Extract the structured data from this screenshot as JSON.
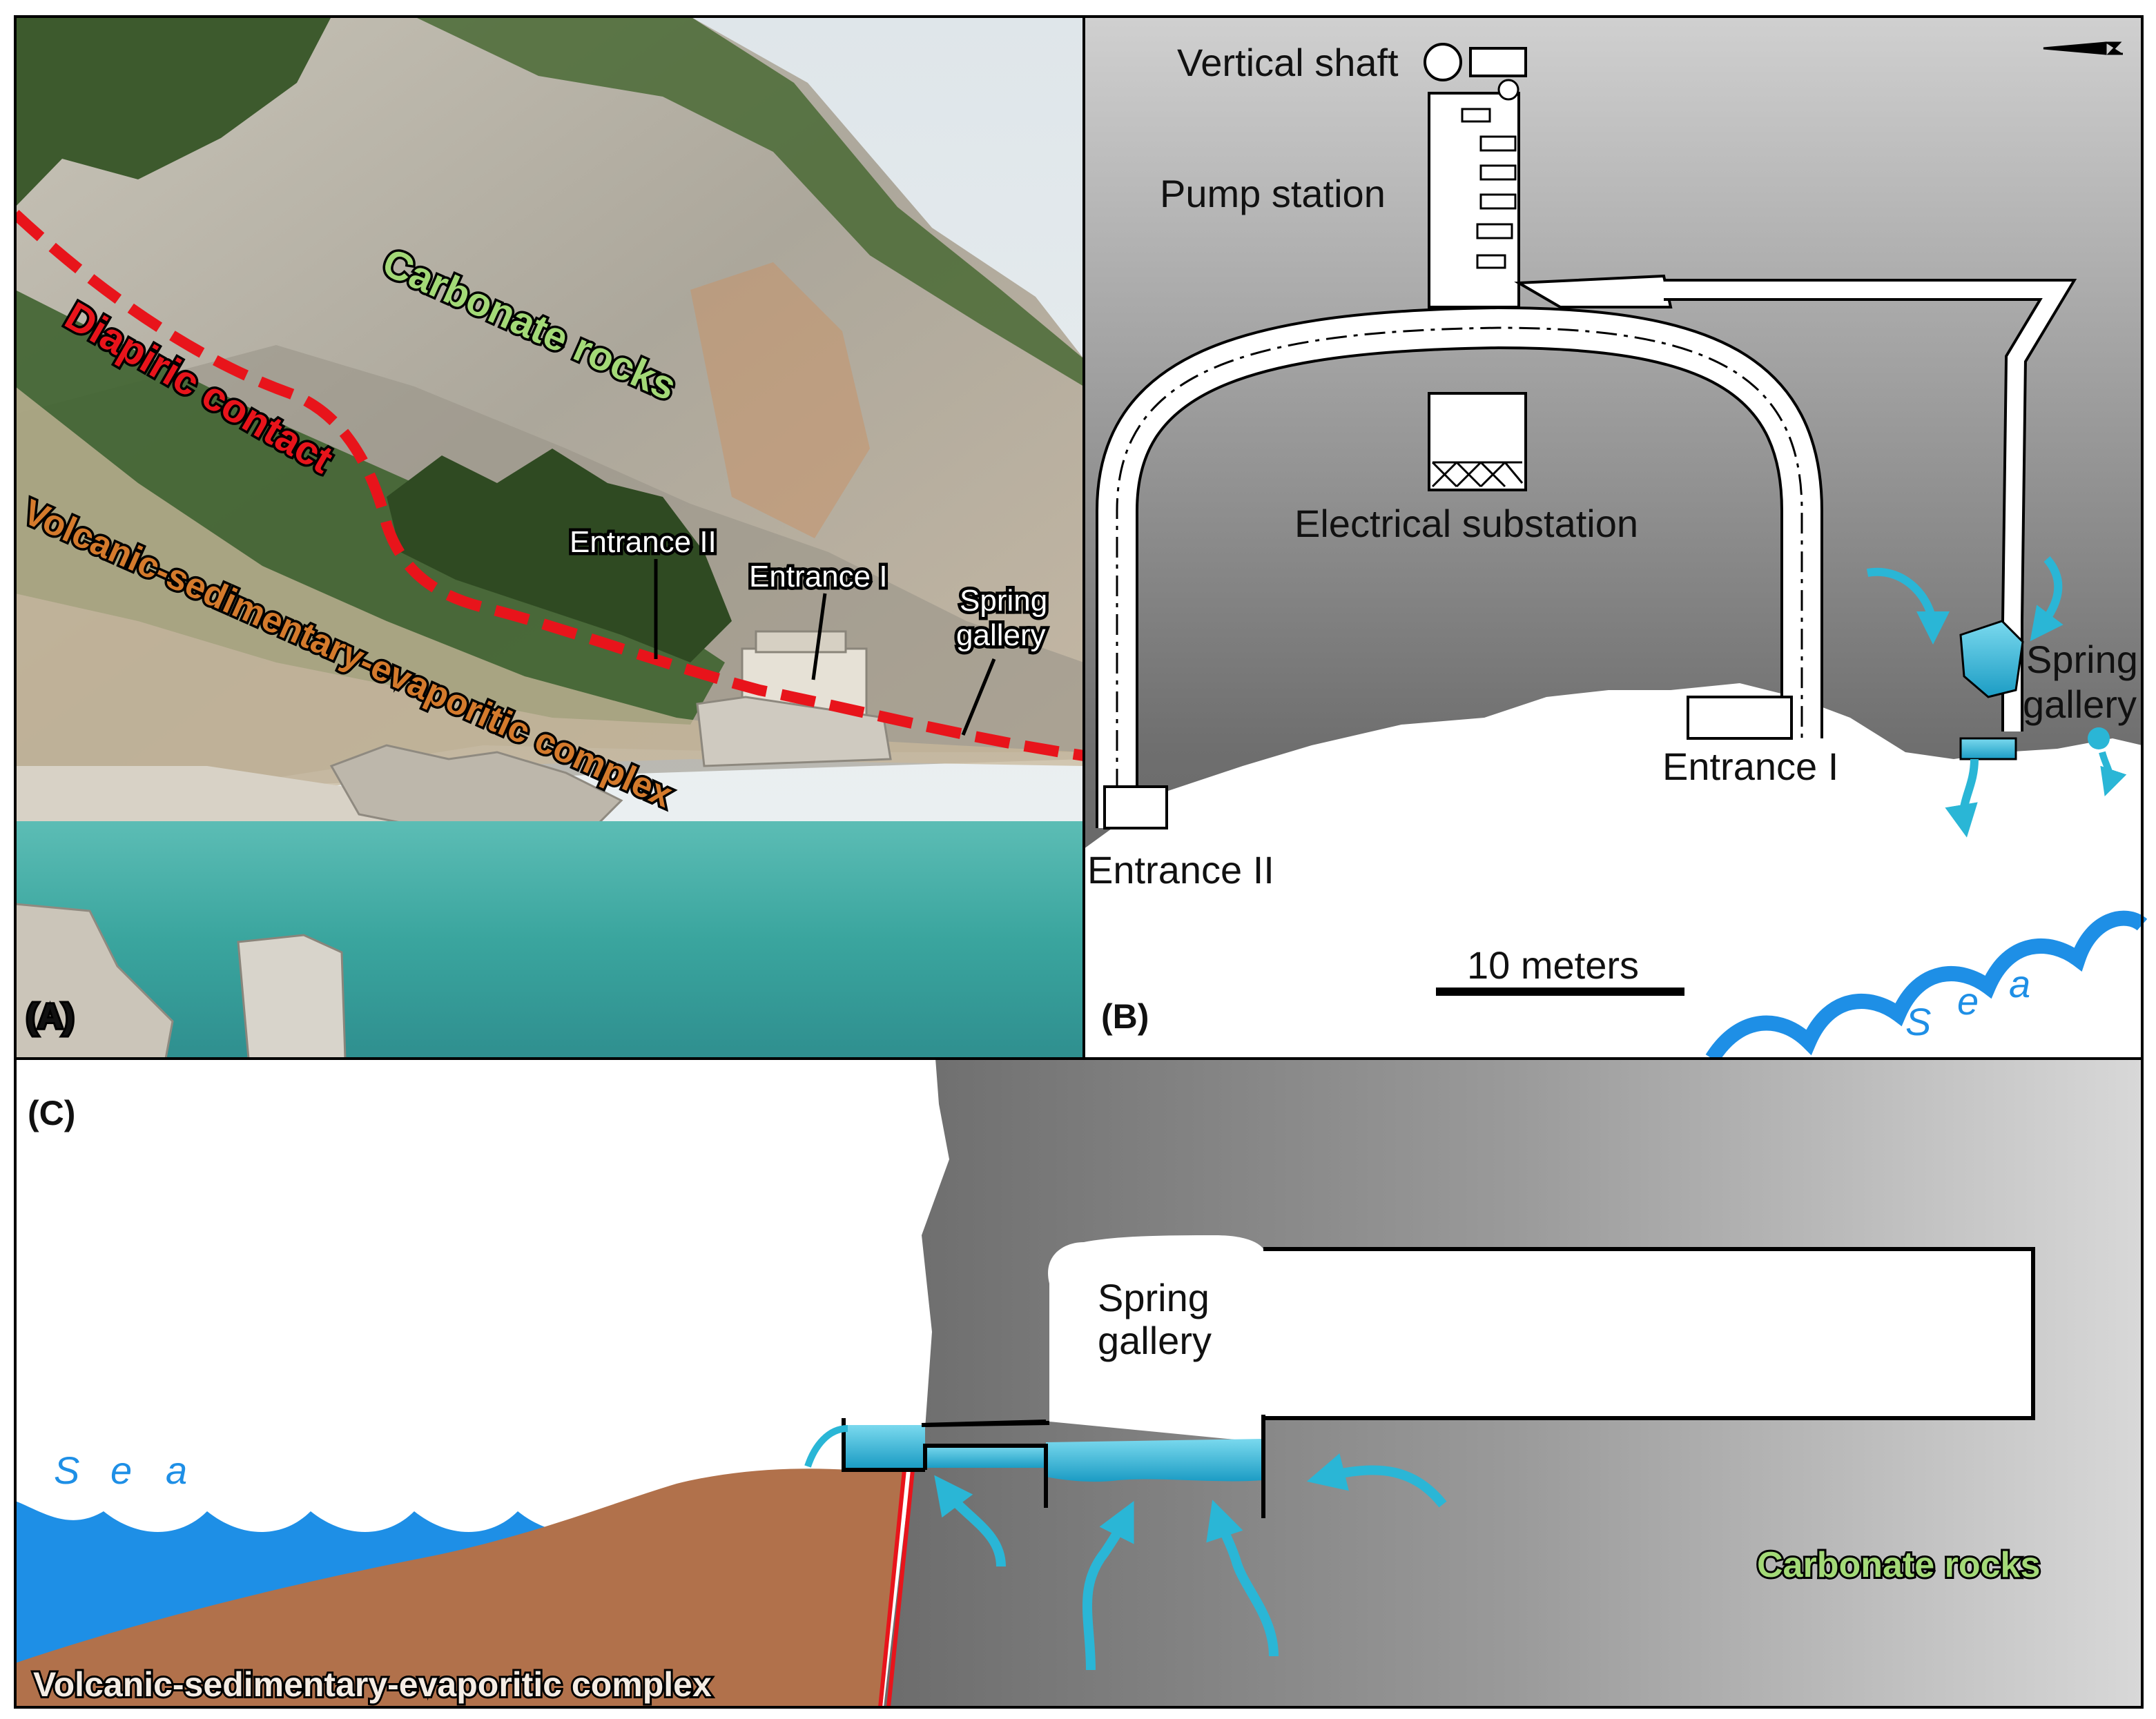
{
  "colors": {
    "sky": "#dfe6ea",
    "cliff": "#b9b5aa",
    "vegetation": "#3d5a2d",
    "water": "#3aa59e",
    "contact_red": "#e8141b",
    "carbonate_green": "#a3d977",
    "volcanic_orange": "#d47a2c",
    "volcanic_brown": "#b1714b",
    "sea_blue": "#1e8fe6",
    "spring_cyan": "#2ab6d6",
    "rock_gray": "#8c8c8c"
  },
  "panel_a": {
    "letter": "(A)",
    "carbonate_label": "Carbonate rocks",
    "contact_label": "Diapiric contact",
    "volcanic_label": "Volcanic-sedimentary-evaporitic complex",
    "entrance_ii": "Entrance II",
    "entrance_i": "Entrance I",
    "spring_gallery_line1": "Spring",
    "spring_gallery_line2": "gallery"
  },
  "panel_b": {
    "letter": "(B)",
    "vertical_shaft": "Vertical shaft",
    "pump_station": "Pump station",
    "electrical_substation": "Electrical substation",
    "entrance_i": "Entrance I",
    "entrance_ii": "Entrance II",
    "spring_gallery_line1": "Spring",
    "spring_gallery_line2": "gallery",
    "scale_label": "10 meters",
    "sea_letters": [
      "S",
      "e",
      "a"
    ],
    "north_arrow_icon": "north-arrow-icon"
  },
  "panel_c": {
    "letter": "(C)",
    "spring_gallery_line1": "Spring",
    "spring_gallery_line2": "gallery",
    "carbonate_label": "Carbonate rocks",
    "volcanic_label": "Volcanic-sedimentary-evaporitic complex",
    "sea_letters": [
      "S",
      "e",
      "a"
    ]
  }
}
